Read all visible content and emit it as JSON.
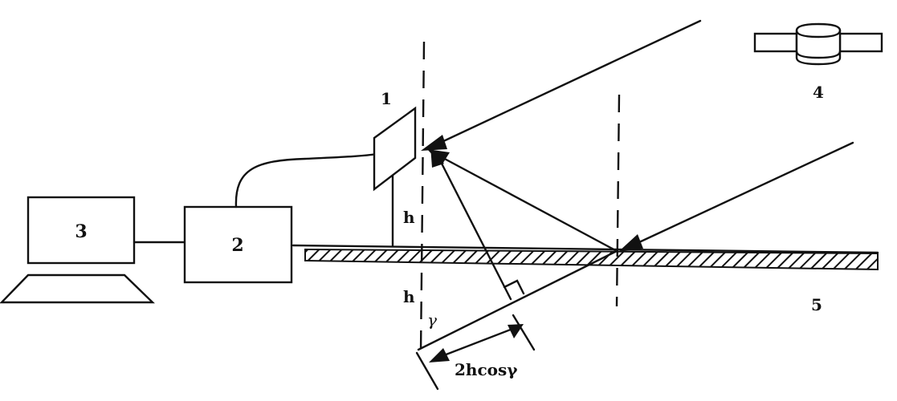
{
  "labels": {
    "antenna": "1",
    "receiver": "2",
    "computer": "3",
    "satellite": "4",
    "ground": "5",
    "height_upper": "h",
    "height_lower": "h",
    "angle": "γ",
    "path_difference": "2hcosγ"
  }
}
